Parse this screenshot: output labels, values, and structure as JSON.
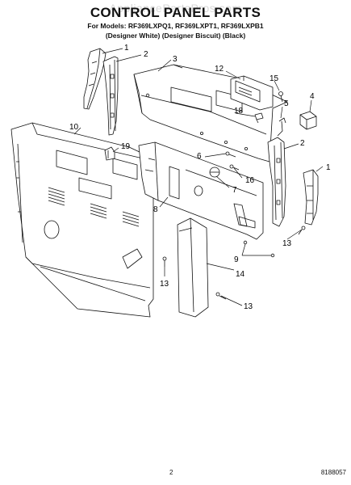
{
  "header": {
    "watermark": "AppliancePartsPros.com",
    "title": "CONTROL PANEL PARTS",
    "models_line": "For Models: RF369LXPQ1, RF369LXPT1, RF369LXPB1",
    "variants_line": "(Designer White) (Designer Biscuit) (Black)"
  },
  "callouts": {
    "c1a": "1",
    "c2a": "2",
    "c3": "3",
    "c12": "12",
    "c15": "15",
    "c4": "4",
    "c5": "5",
    "c18": "18",
    "c10": "10",
    "c19": "19",
    "c6": "6",
    "c2b": "2",
    "c1b": "1",
    "c16": "16",
    "c7": "7",
    "c8": "8",
    "c9": "9",
    "c13a": "13",
    "c13b": "13",
    "c14": "14",
    "c13c": "13"
  },
  "footer": {
    "page_number": "2",
    "document_number": "8188057"
  }
}
